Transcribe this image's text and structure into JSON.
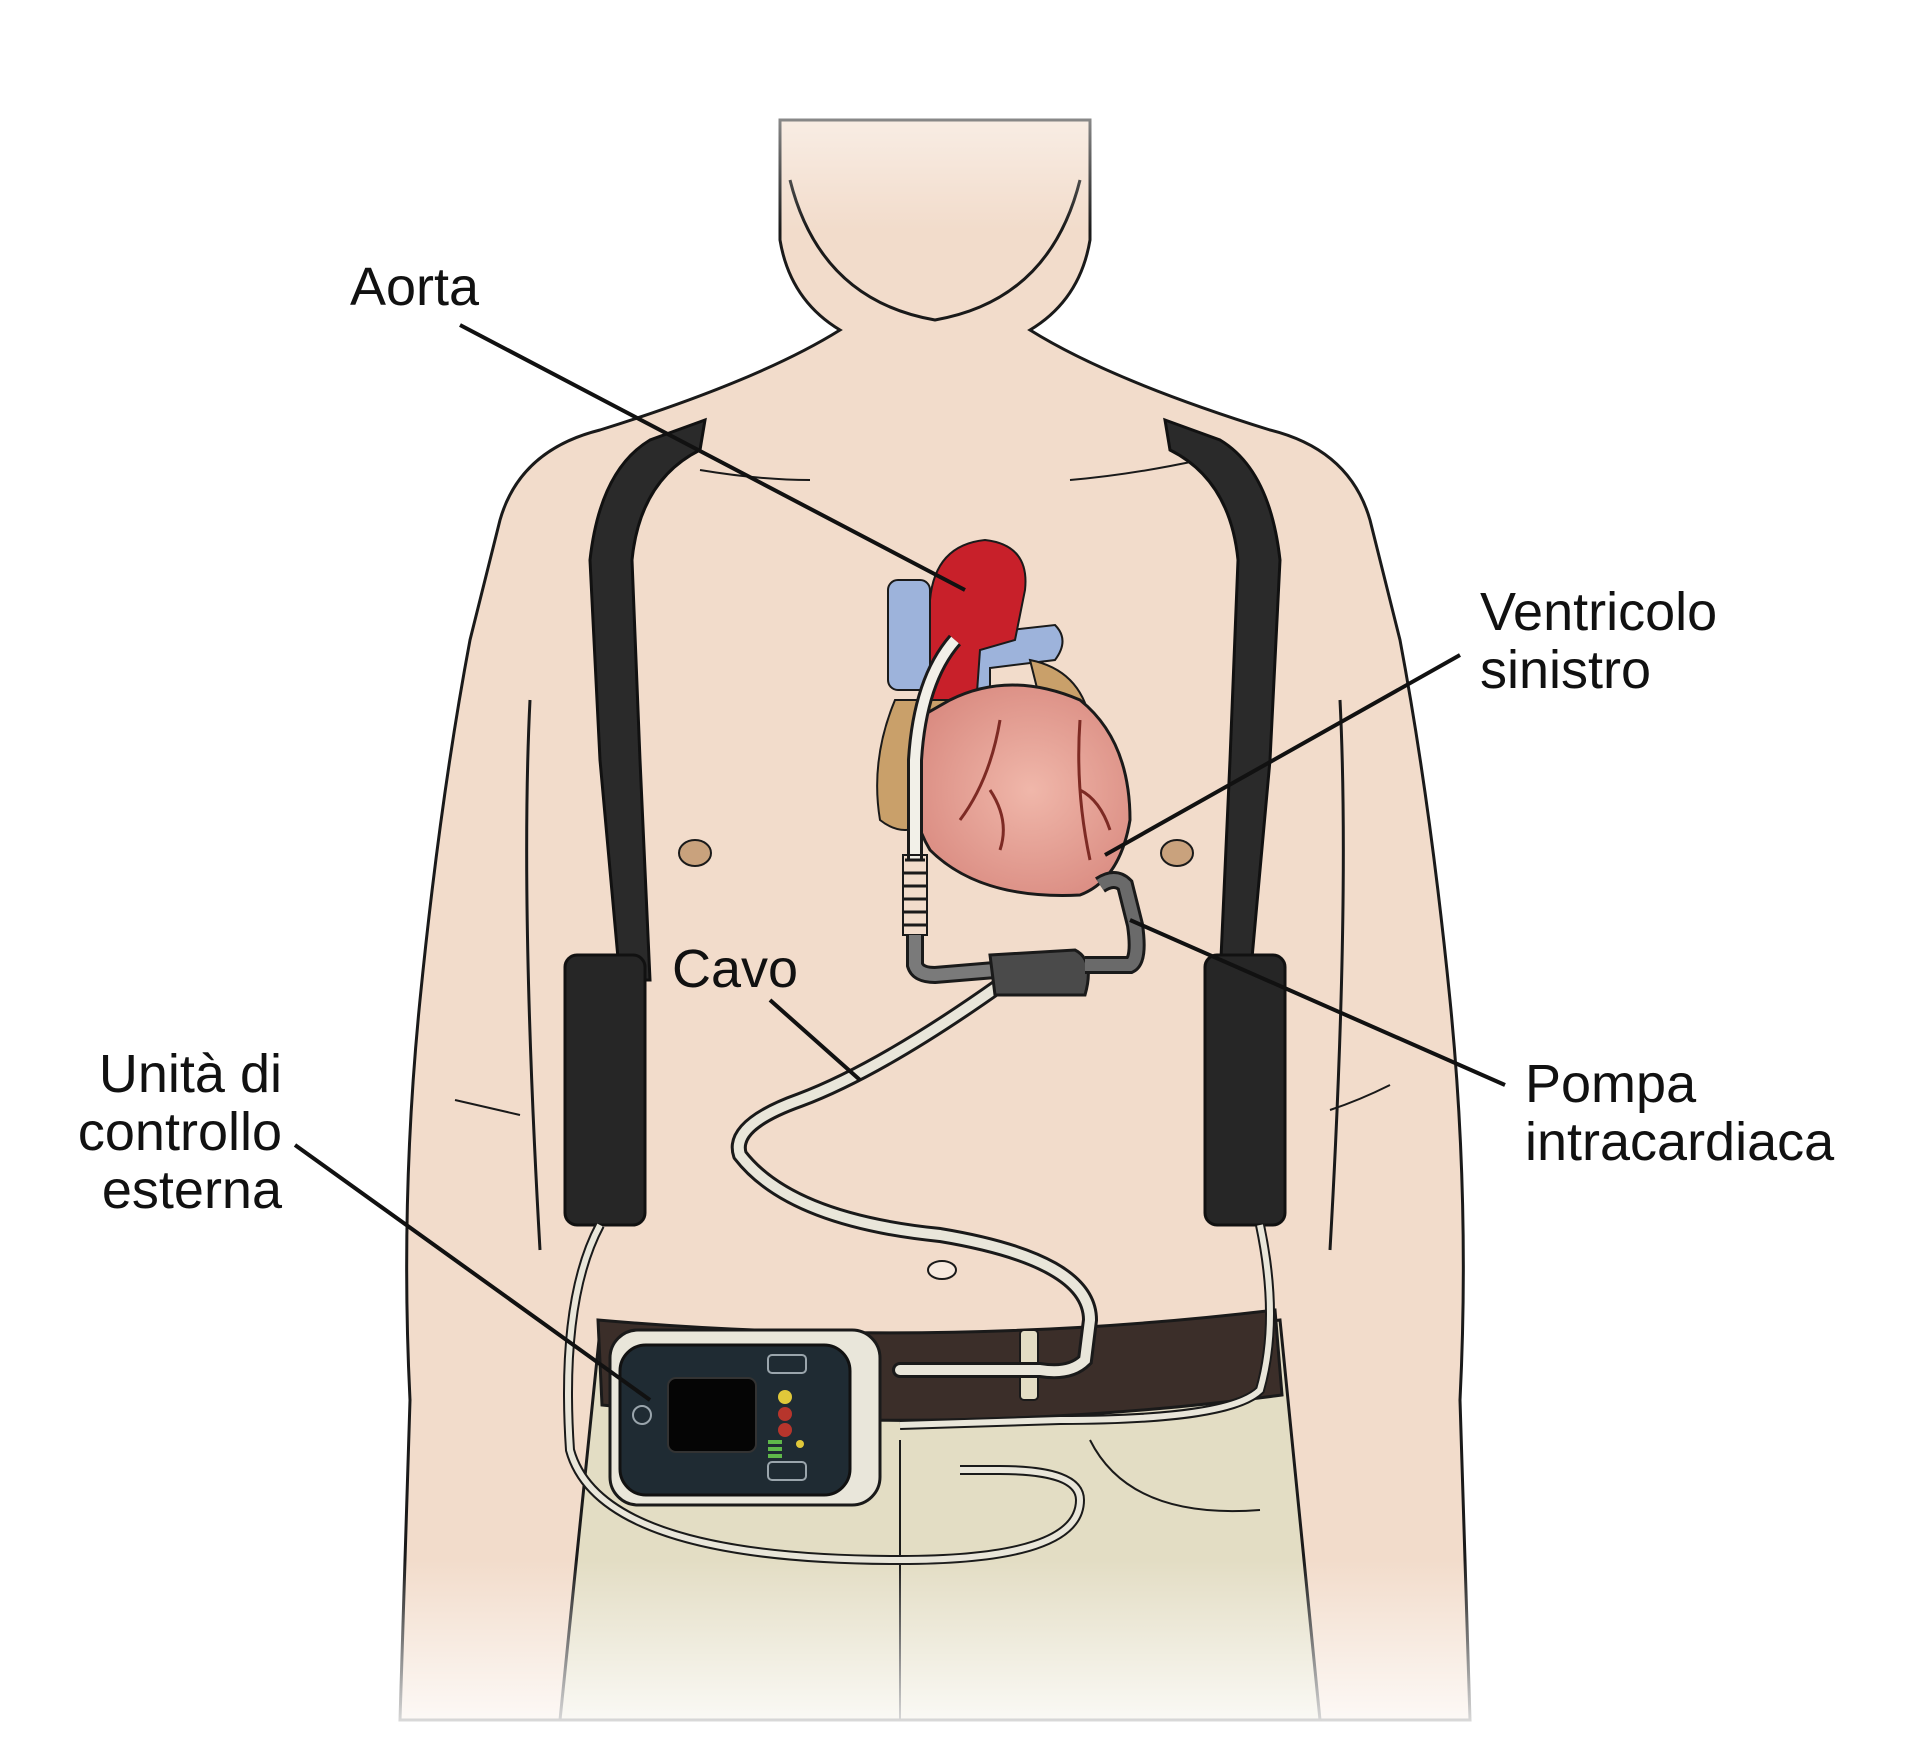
{
  "labels": {
    "aorta": "Aorta",
    "ventricle": [
      "Ventricolo",
      "sinistro"
    ],
    "cable": "Cavo",
    "control_unit": [
      "Unità di",
      "controllo",
      "esterna"
    ],
    "pump": [
      "Pompa",
      "intracardiaca"
    ]
  },
  "colors": {
    "skin": "#f2dccb",
    "outline": "#1a1a1a",
    "strap": "#2a2a2a",
    "belt": "#3b2e29",
    "pants": "#e3ddc4",
    "aorta_red": "#c8202a",
    "vena_blue": "#9db3db",
    "heart": "#e7a59a",
    "atrium": "#c9a06a",
    "cable": "#e9e6da",
    "controller": "#1f2b33",
    "screen": "#050505"
  }
}
